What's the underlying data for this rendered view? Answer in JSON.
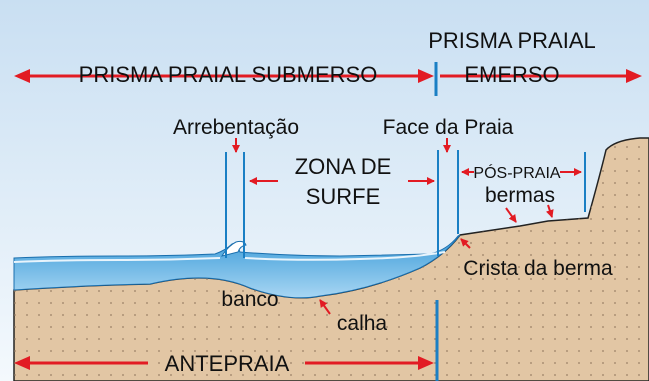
{
  "labels": {
    "prisma_submerso": "PRISMA PRAIAL SUBMERSO",
    "prisma_emerso_line1": "PRISMA PRAIAL",
    "prisma_emerso_line2": "EMERSO",
    "arrebentacao": "Arrebentação",
    "face_da_praia": "Face da Praia",
    "zona_de_surfe_line1": "ZONA DE",
    "zona_de_surfe_line2": "SURFE",
    "pos_praia": "PÓS-PRAIA",
    "bermas": "bermas",
    "crista_da_berma": "Crista da berma",
    "banco": "banco",
    "calha": "calha",
    "antepraia": "ANTEPRAIA"
  },
  "colors": {
    "sky": "#dceaf7",
    "water_top": "#3a9bd8",
    "water_bottom": "#9fd2f2",
    "sand": "#e2c6a4",
    "sand_dark": "#cfae88",
    "dots": "#9a8066",
    "arrow_red": "#e21b23",
    "divider_blue": "#1a7fc4",
    "outline": "#222222"
  }
}
